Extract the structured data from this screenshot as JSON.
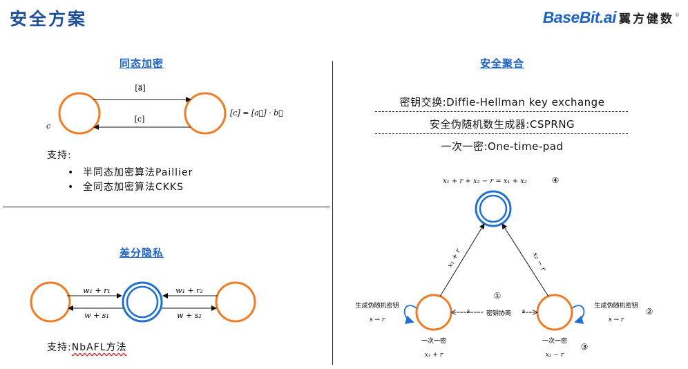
{
  "header": {
    "title": "安全方案",
    "logo_text": "BaseBit.ai",
    "logo_cn": "翼方健数",
    "logo_mark": "®"
  },
  "he": {
    "title": "同态加密",
    "arrow_top_label": "[a⃗]",
    "arrow_bottom_label": "[c]",
    "left_node_label": "c",
    "result_label": "[c] = [a⃗] · b⃗",
    "support_label": "支持:",
    "methods": [
      "半同态加密算法Paillier",
      "全同态加密算法CKKS"
    ]
  },
  "dp": {
    "title": "差分隐私",
    "top_left": "w₁ + r₁",
    "bottom_left": "w + s₁",
    "top_right": "w₁ + r₂",
    "bottom_right": "w + s₂",
    "support_label": "支持:",
    "method": "NbAFL方法"
  },
  "sa": {
    "title": "安全聚合",
    "protocols": [
      "密钥交换:Diffie-Hellman key exchange",
      "安全伪随机数生成器:CSPRNG",
      "一次一密:One-time-pad"
    ],
    "top_formula": "x₁ + r + x₂ − r = x₁ + x₂",
    "step4": "④",
    "left_edge": "x₁ + r",
    "right_edge": "x₂ − r",
    "step1": "①",
    "key_agreement": "密钥协商",
    "s_left": "s",
    "s_right": "s",
    "gen_left": "生成伪随机密钥",
    "gen_left_formula": "s → r",
    "gen_right": "生成伪随机密钥",
    "gen_right_formula": "s → r",
    "step2": "②",
    "otp_left": "一次一密",
    "otp_left_formula": "x₁ + r",
    "otp_right": "一次一密",
    "otp_right_formula": "x₂ − r",
    "step3": "③"
  },
  "colors": {
    "node_orange": "#f07b22",
    "node_blue": "#1f6fd1",
    "title_blue": "#1f63c6",
    "header_blue": "#1f4e9a"
  }
}
